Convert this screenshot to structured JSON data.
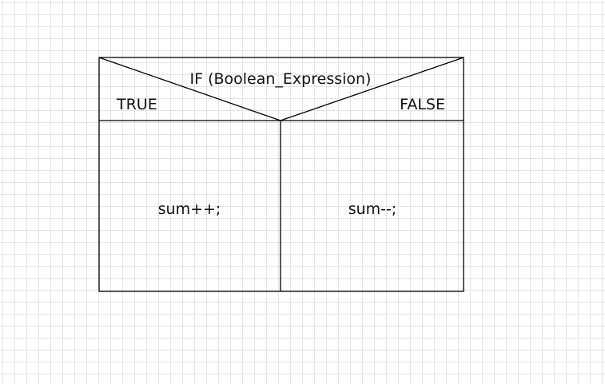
{
  "diagram": {
    "type": "nassi-shneiderman-if",
    "condition": "IF (Boolean_Expression)",
    "true_label": "TRUE",
    "false_label": "FALSE",
    "true_branch": "sum++;",
    "false_branch": "sum--;"
  },
  "colors": {
    "line": "#000000",
    "text": "#111111",
    "grid": "#e4e4e4",
    "background": "#ffffff"
  }
}
